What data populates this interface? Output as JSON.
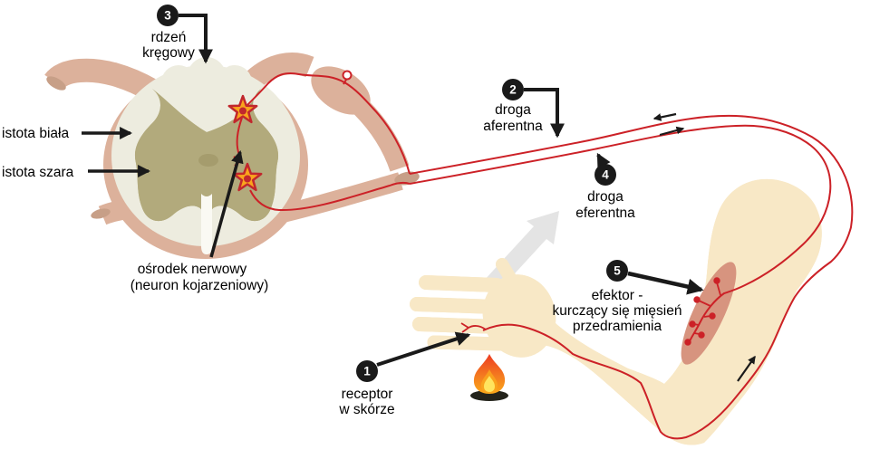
{
  "figure": {
    "description": "reflex-arc diagram",
    "labels": {
      "spinal_cord": {
        "badge": "3",
        "lines": [
          "rdzeń",
          "kręgowy"
        ]
      },
      "white_matter": {
        "text": "istota biała"
      },
      "gray_matter": {
        "text": "istota szara"
      },
      "nerve_center": {
        "lines": [
          "ośrodek nerwowy",
          "(neuron kojarzeniowy)"
        ]
      },
      "afferent_path": {
        "badge": "2",
        "lines": [
          "droga",
          "aferentna"
        ]
      },
      "efferent_path": {
        "badge": "4",
        "lines": [
          "droga",
          "eferentna"
        ]
      },
      "effector": {
        "badge": "5",
        "lines": [
          "efektor -",
          "kurczący się mięsień",
          "przedramienia"
        ]
      },
      "receptor": {
        "badge": "1",
        "lines": [
          "receptor",
          "w skórze"
        ]
      }
    },
    "colors": {
      "nerve_red": "#cc2127",
      "skin": "#f8e8c6",
      "spinal_pink": "#dcb19b",
      "white_matter": "#edecdf",
      "gray_matter": "#b2aa7c",
      "muscle": "#d7947f",
      "neuron_fill": "#f9a41d",
      "neuron_stroke": "#c1272d",
      "badge_black": "#1a1a1a",
      "withdraw_arrow_gray": "#e4e4e4",
      "flame_orange": "#f05a24",
      "flame_yellow": "#ffe45f"
    }
  }
}
